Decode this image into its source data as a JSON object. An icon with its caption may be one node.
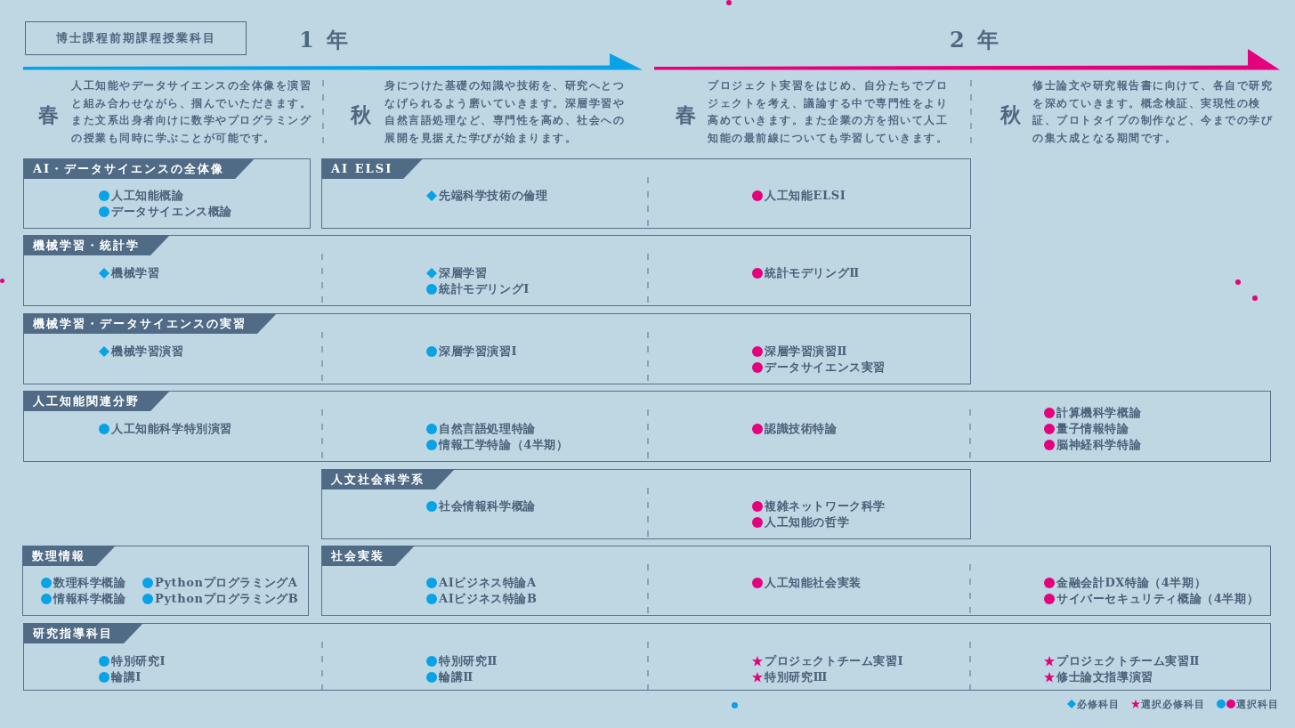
{
  "diagram": {
    "title": "博士課程前期課程授業科目",
    "nodes": [
      {
        "text": [
          "AI・データサイエンスの全体像",
          "人工知能概論",
          "データサイエンス概論"
        ]
      },
      {
        "text": [
          "AI ELSI",
          "先端科学技術の倫理",
          "人工知能ELSI"
        ]
      },
      {
        "text": [
          "機械学習・統計学",
          "機械学習",
          "深層学習",
          "統計モデリングⅠ",
          "統計モデリングⅡ"
        ]
      },
      {
        "text": [
          "機械学習・データサイエンスの実習",
          "機械学習演習",
          "深層学習演習Ⅰ",
          "深層学習演習Ⅱ",
          "データサイエンス実習"
        ]
      },
      {
        "text": [
          "人工知能関連分野",
          "人工知能科学特別演習",
          "自然言語処理特論",
          "情報工学特論（4半期）",
          "認識技術特論",
          "計算機科学概論",
          "量子情報特論",
          "脳神経科学特論"
        ]
      },
      {
        "text": [
          "人文社会科学系",
          "社会情報科学概論",
          "複雑ネットワーク科学",
          "人工知能の哲学"
        ]
      },
      {
        "text": [
          "数理情報",
          "数理科学概論",
          "PythonプログラミングA",
          "情報科学概論",
          "PythonプログラミングB"
        ]
      },
      {
        "text": [
          "社会実装",
          "AIビジネス特論A",
          "AIビジネス特論B",
          "人工知能社会実装",
          "金融会計DX特論（4半期）",
          "サイバーセキュリティ概論（4半期）"
        ]
      },
      {
        "text": [
          "研究指導科目",
          "特別研究Ⅰ",
          "輪講Ⅰ",
          "特別研究Ⅱ",
          "輪講Ⅱ",
          "プロジェクトチーム実習Ⅰ",
          "特別研究Ⅲ",
          "プロジェクトチーム実習Ⅱ",
          "修士論文指導演習"
        ]
      }
    ],
    "labels": [
      "1年",
      "2年",
      "春",
      "人工知能やデータサイエンスの全体像を演習と組み合わせながら、掴んでいただきます。また文系出身者向けに数学やプログラミングの授業も同時に学ぶことが可能です。",
      "秋",
      "身につけた基礎の知識や技術を、研究へとつなげられるよう磨いていきます。深層学習や自然言語処理など、専門性を高め、社会への展開を見据えた学びが始まります。",
      "春",
      "プロジェクト実習をはじめ、自分たちでプロジェクトを考え、議論する中で専門性をより高めていきます。また企業の方を招いて人工知能の最前線についても学習していきます。",
      "秋",
      "修士論文や研究報告書に向けて、各自で研究を深めていきます。概念検証、実現性の検証、プロトタイプの制作など、今までの学びの集大成となる期間です。"
    ],
    "legend": [
      {
        "text": "必修科目"
      },
      {
        "text": "選択必修科目"
      },
      {
        "text": "選択科目"
      }
    ]
  }
}
